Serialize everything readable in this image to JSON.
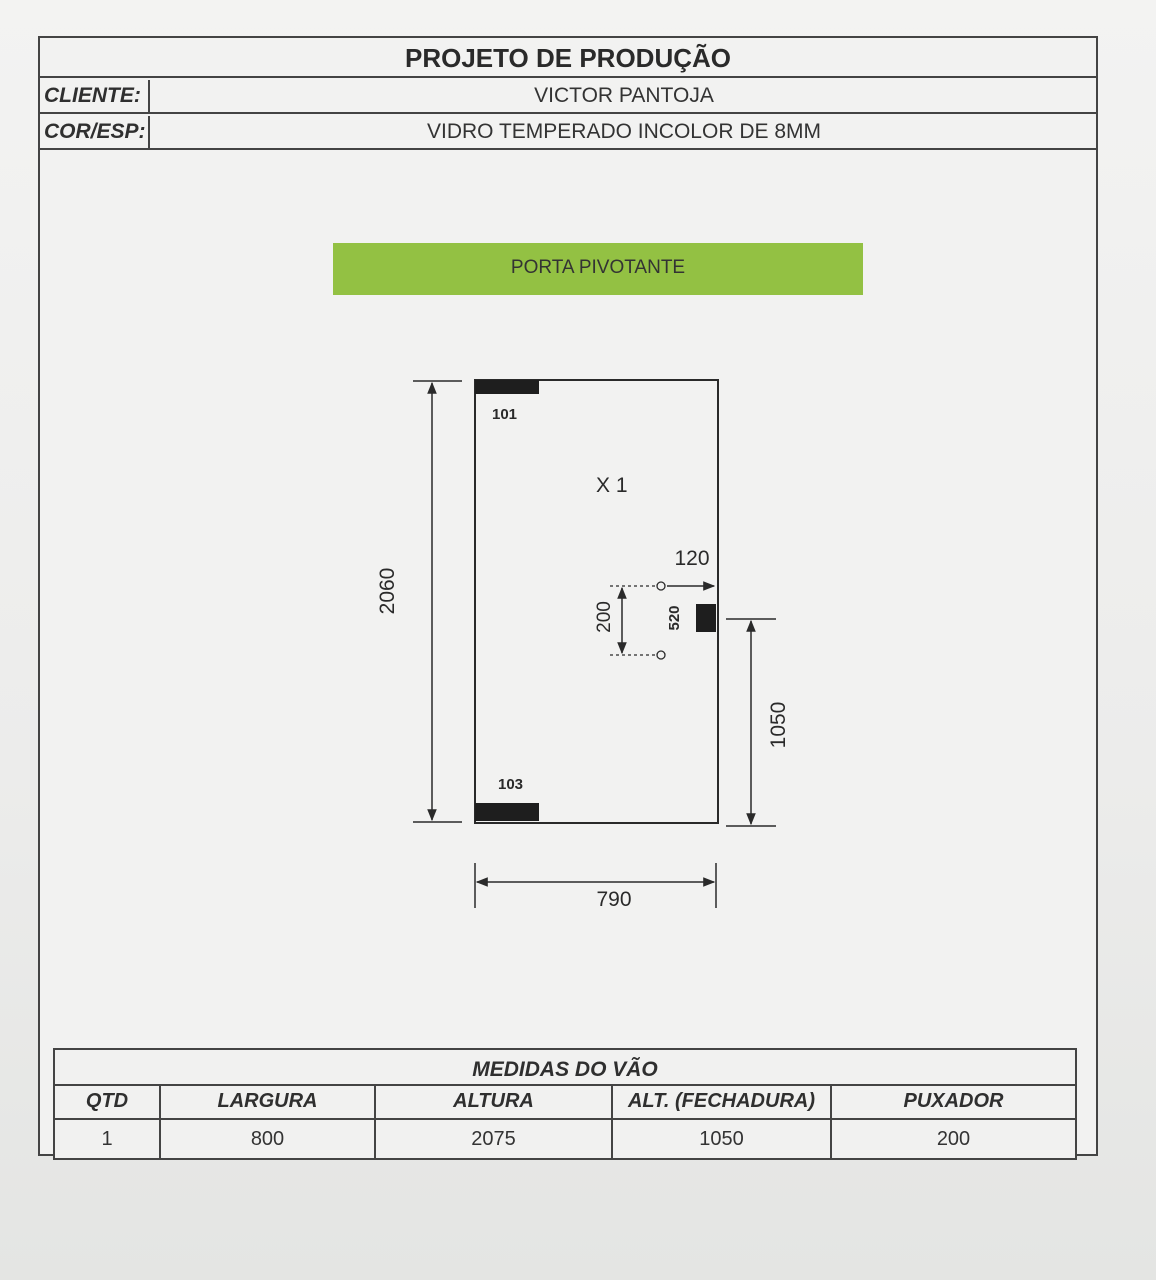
{
  "header": {
    "title": "PROJETO DE PRODUÇÃO",
    "client_label": "CLIENTE:",
    "client_value": "VICTOR PANTOJA",
    "color_label": "COR/ESP:",
    "color_value": "VIDRO TEMPERADO INCOLOR DE 8MM"
  },
  "drawing": {
    "piece_label": "PORTA PIVOTANTE",
    "hinge_top_code": "101",
    "hinge_bottom_code": "103",
    "quantity_mark": "X 1",
    "dim_height": "2060",
    "dim_width": "790",
    "dim_lock_height": "1050",
    "dim_handle_spacing": "200",
    "dim_handle_offset": "120",
    "dim_lock_code": "520"
  },
  "spec": {
    "title": "MEDIDAS DO VÃO",
    "columns": [
      {
        "header": "QTD",
        "value": "1"
      },
      {
        "header": "LARGURA",
        "value": "800"
      },
      {
        "header": "ALTURA",
        "value": "2075"
      },
      {
        "header": "ALT. (FECHADURA)",
        "value": "1050"
      },
      {
        "header": "PUXADOR",
        "value": "200"
      }
    ]
  }
}
